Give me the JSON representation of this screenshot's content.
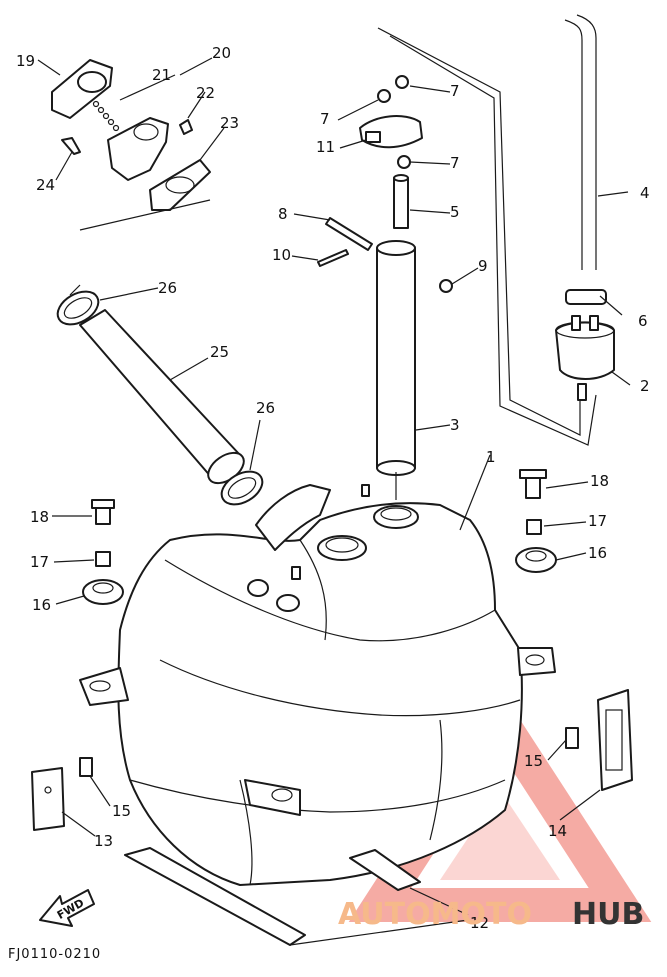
{
  "diagram_code": "FJ0110-0210",
  "forward_label": "FWD",
  "watermark": {
    "part1": "AUTOMOTO",
    "part2": "HUB",
    "color_accent": "#e84a3a",
    "color_text": "#f6b98a"
  },
  "callouts": {
    "c1": "1",
    "c2": "2",
    "c3": "3",
    "c4": "4",
    "c5": "5",
    "c6": "6",
    "c7a": "7",
    "c7b": "7",
    "c7c": "7",
    "c8": "8",
    "c9": "9",
    "c10": "10",
    "c11": "11",
    "c12": "12",
    "c13": "13",
    "c14": "14",
    "c15a": "15",
    "c15b": "15",
    "c16a": "16",
    "c16b": "16",
    "c17a": "17",
    "c17b": "17",
    "c18a": "18",
    "c18b": "18",
    "c19": "19",
    "c20": "20",
    "c21": "21",
    "c22": "22",
    "c23": "23",
    "c24": "24",
    "c25": "25",
    "c26a": "26",
    "c26b": "26"
  }
}
